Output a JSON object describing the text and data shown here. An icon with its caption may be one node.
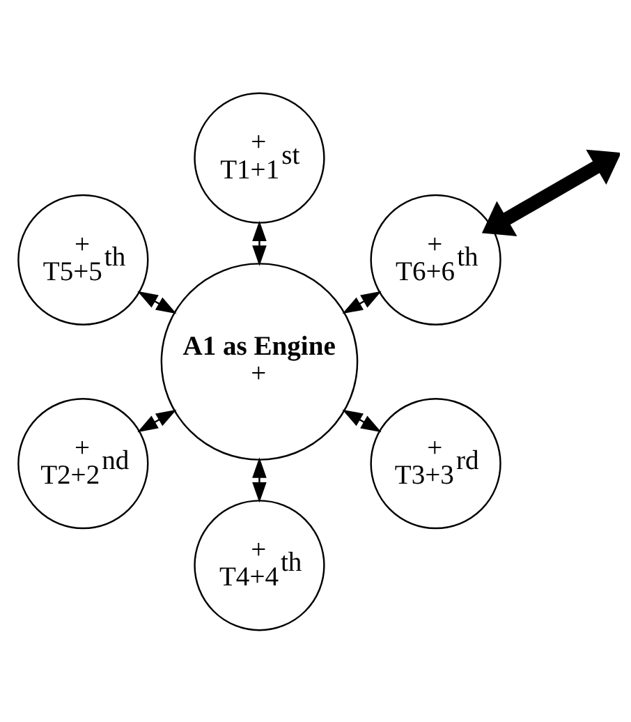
{
  "diagram": {
    "nodes": [
      {
        "text": [
          "+",
          "T6+6$^{th}$"
        ]
      },
      {
        "text": [
          "+",
          "T1+1$^{st}$"
        ]
      },
      {
        "text": [
          "+",
          "T5+5$^{th}$"
        ]
      },
      {
        "text": [
          "A1 as Engine",
          "+"
        ]
      },
      {
        "text": [
          "+",
          "T2+2$^{nd}$"
        ]
      },
      {
        "text": [
          "+",
          "T4+4$^{th}$"
        ]
      },
      {
        "text": [
          "+",
          "T3+3$^{rd}$"
        ]
      }
    ],
    "edges": [
      {
        "from": null,
        "to": 0,
        "arrow": "both",
        "style": "thick"
      },
      {
        "from": 3,
        "to": 0,
        "arrow": "both"
      },
      {
        "from": 3,
        "to": 2,
        "arrow": "both"
      },
      {
        "from": 3,
        "to": 5,
        "arrow": "both"
      },
      {
        "from": 3,
        "to": 6,
        "arrow": "both"
      },
      {
        "from": 3,
        "to": 4,
        "arrow": "both"
      },
      {
        "from": 3,
        "to": 1,
        "arrow": "both"
      }
    ]
  }
}
